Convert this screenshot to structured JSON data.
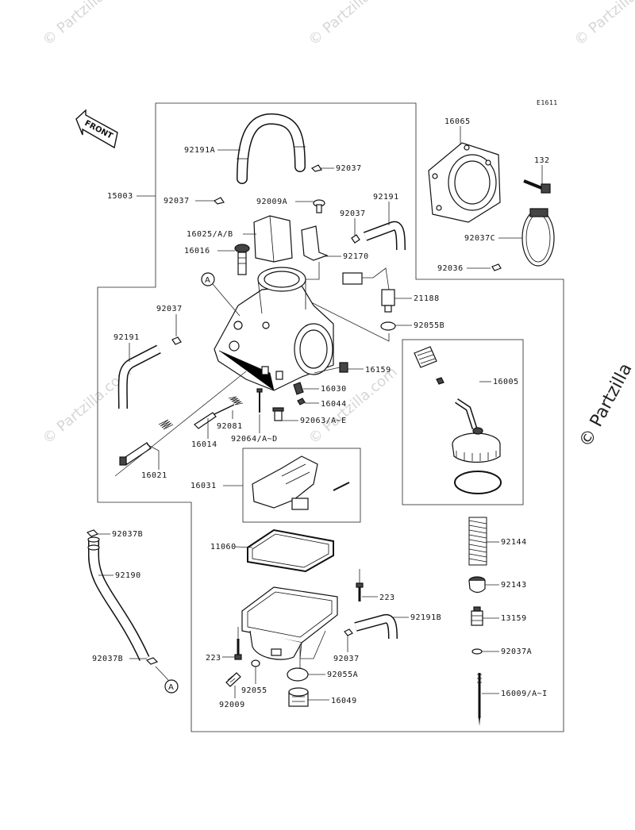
{
  "diagram": {
    "figure_code": "E1611",
    "front_label": "FRONT",
    "ref_marker": "A",
    "watermark": "© Partzilla.com",
    "watermark_right": "© Partzilla",
    "parts": [
      {
        "id": "p15003",
        "label": "15003"
      },
      {
        "id": "p92191A",
        "label": "92191A"
      },
      {
        "id": "p92037_top",
        "label": "92037"
      },
      {
        "id": "p92037_left",
        "label": "92037"
      },
      {
        "id": "p92009A",
        "label": "92009A"
      },
      {
        "id": "p92191_top",
        "label": "92191"
      },
      {
        "id": "p92037_mid",
        "label": "92037"
      },
      {
        "id": "p16025",
        "label": "16025/A/B"
      },
      {
        "id": "p16016",
        "label": "16016"
      },
      {
        "id": "p92170",
        "label": "92170"
      },
      {
        "id": "p21188",
        "label": "21188"
      },
      {
        "id": "p92055B",
        "label": "92055B"
      },
      {
        "id": "p92037_l2",
        "label": "92037"
      },
      {
        "id": "p92191_left",
        "label": "92191"
      },
      {
        "id": "p16159",
        "label": "16159"
      },
      {
        "id": "p16030",
        "label": "16030"
      },
      {
        "id": "p16044",
        "label": "16044"
      },
      {
        "id": "p92063",
        "label": "92063/A~E"
      },
      {
        "id": "p92081",
        "label": "92081"
      },
      {
        "id": "p16014",
        "label": "16014"
      },
      {
        "id": "p92064",
        "label": "92064/A~D"
      },
      {
        "id": "p16021",
        "label": "16021"
      },
      {
        "id": "p16031",
        "label": "16031"
      },
      {
        "id": "p16065",
        "label": "16065"
      },
      {
        "id": "p132",
        "label": "132"
      },
      {
        "id": "p92037C",
        "label": "92037C"
      },
      {
        "id": "p92036",
        "label": "92036"
      },
      {
        "id": "p16005",
        "label": "16005"
      },
      {
        "id": "p92037B_top",
        "label": "92037B"
      },
      {
        "id": "p92190",
        "label": "92190"
      },
      {
        "id": "p92037B_bot",
        "label": "92037B"
      },
      {
        "id": "p11060",
        "label": "11060"
      },
      {
        "id": "p223_right",
        "label": "223"
      },
      {
        "id": "p92191B",
        "label": "92191B"
      },
      {
        "id": "p223_left",
        "label": "223"
      },
      {
        "id": "p92037_bot",
        "label": "92037"
      },
      {
        "id": "p92055",
        "label": "92055"
      },
      {
        "id": "p92055A",
        "label": "92055A"
      },
      {
        "id": "p92009",
        "label": "92009"
      },
      {
        "id": "p16049",
        "label": "16049"
      },
      {
        "id": "p92144",
        "label": "92144"
      },
      {
        "id": "p92143",
        "label": "92143"
      },
      {
        "id": "p13159",
        "label": "13159"
      },
      {
        "id": "p92037A",
        "label": "92037A"
      },
      {
        "id": "p16009",
        "label": "16009/A~I"
      }
    ]
  }
}
